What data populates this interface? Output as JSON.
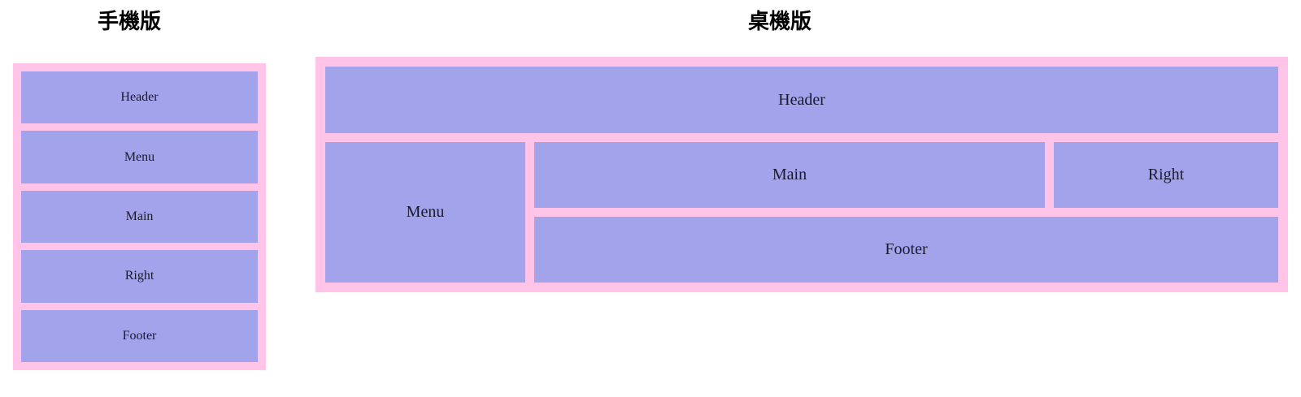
{
  "page": {
    "background_color": "#ffffff",
    "accent_pink": "#ffc4e8",
    "accent_purple": "#a3a3ec",
    "text_color": "#1a1a2e"
  },
  "mobile": {
    "title": "手機版",
    "blocks": [
      {
        "label": "Header"
      },
      {
        "label": "Menu"
      },
      {
        "label": "Main"
      },
      {
        "label": "Right"
      },
      {
        "label": "Footer"
      }
    ]
  },
  "desktop": {
    "title": "桌機版",
    "header": {
      "label": "Header"
    },
    "menu": {
      "label": "Menu"
    },
    "main": {
      "label": "Main"
    },
    "right": {
      "label": "Right"
    },
    "footer": {
      "label": "Footer"
    }
  }
}
